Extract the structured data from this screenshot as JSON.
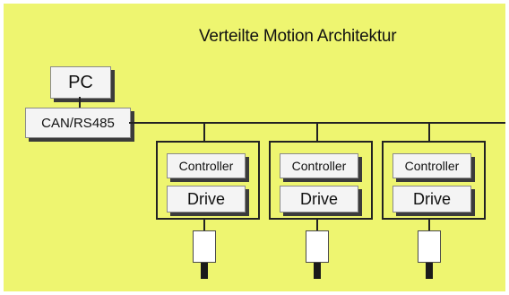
{
  "diagram": {
    "title": "Verteilte Motion Architektur",
    "pc_label": "PC",
    "bus_interface_label": "CAN/RS485",
    "units": [
      {
        "controller_label": "Controller",
        "drive_label": "Drive"
      },
      {
        "controller_label": "Controller",
        "drive_label": "Drive"
      },
      {
        "controller_label": "Controller",
        "drive_label": "Drive"
      }
    ]
  },
  "colors": {
    "background": "#eef570",
    "box_fill": "#f4f4f4",
    "box_shadow": "#3b3b3b",
    "line": "#222222"
  }
}
